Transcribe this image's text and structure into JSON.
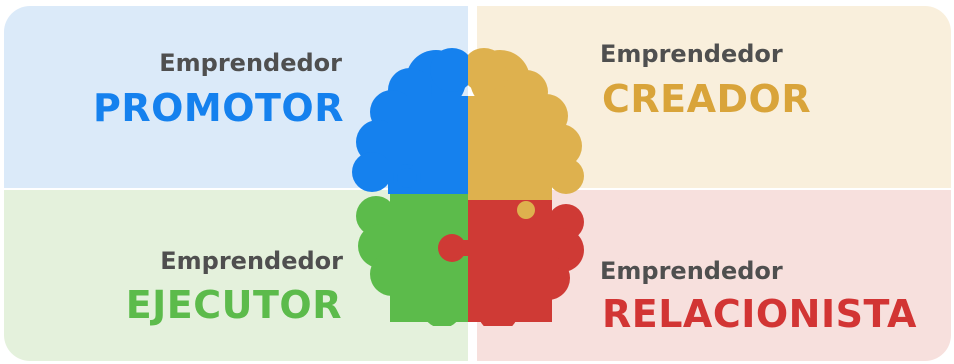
{
  "colors": {
    "promotor": "#1581ee",
    "creador": "#d9a43a",
    "ejecutor": "#5cbb4b",
    "relacionista": "#d23534",
    "subtitle": "#4f4f4f"
  },
  "quadrants": {
    "top_left": {
      "subtitle": "Emprendedor",
      "title": "PROMOTOR"
    },
    "top_right": {
      "subtitle": "Emprendedor",
      "title": "CREADOR"
    },
    "bottom_left": {
      "subtitle": "Emprendedor",
      "title": "EJECUTOR"
    },
    "bottom_right": {
      "subtitle": "Emprendedor",
      "title": "RELACIONISTA"
    }
  }
}
